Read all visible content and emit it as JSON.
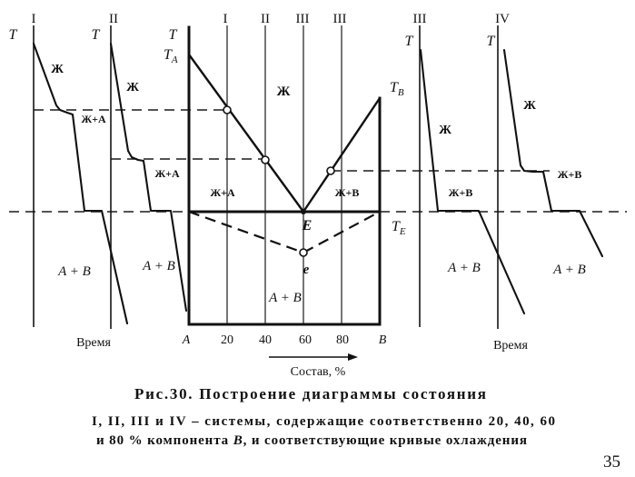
{
  "figure": {
    "curve_1": {
      "label": "I",
      "axis_label": "T",
      "region_liquid": "Ж",
      "region_two_phase": "Ж+A",
      "region_solid": "A + B"
    },
    "curve_2": {
      "label": "II",
      "axis_label": "T",
      "region_liquid": "Ж",
      "region_two_phase": "Ж+A",
      "region_solid": "A + B"
    },
    "time_label_left": "Время",
    "phase_diagram": {
      "axis_label": "T",
      "temp_a": {
        "symbol": "T",
        "subscript": "A"
      },
      "temp_b": {
        "symbol": "T",
        "subscript": "B"
      },
      "temp_e": {
        "symbol": "T",
        "subscript": "E"
      },
      "system_labels": [
        "I",
        "II",
        "III",
        "III"
      ],
      "composition_ticks": [
        "A",
        "20",
        "40",
        "60",
        "80",
        "B"
      ],
      "composition_label": "Состав, %",
      "region_liquid": "Ж",
      "region_liquid_a": "Ж+A",
      "region_liquid_b": "Ж+B",
      "region_solid": "A + B",
      "eutectic_point": "E",
      "point_e": "e"
    },
    "curve_3": {
      "label": "III",
      "axis_label": "T",
      "region_liquid": "Ж",
      "region_two_phase": "Ж+B",
      "region_solid": "A + B"
    },
    "curve_4": {
      "label": "IV",
      "axis_label": "T",
      "region_liquid": "Ж",
      "region_two_phase": "Ж+B",
      "region_solid": "A + B"
    },
    "time_label_right": "Время"
  },
  "caption": {
    "title": "Рис.30. Построение диаграммы состояния",
    "line_1": "I, II, III и IV – системы, содержащие соответственно 20, 40, 60",
    "line_2_start": "и 80 % компонента ",
    "line_2_component": "B",
    "line_2_end": ", и соответствующие кривые охлаждения"
  },
  "page_number": "35"
}
